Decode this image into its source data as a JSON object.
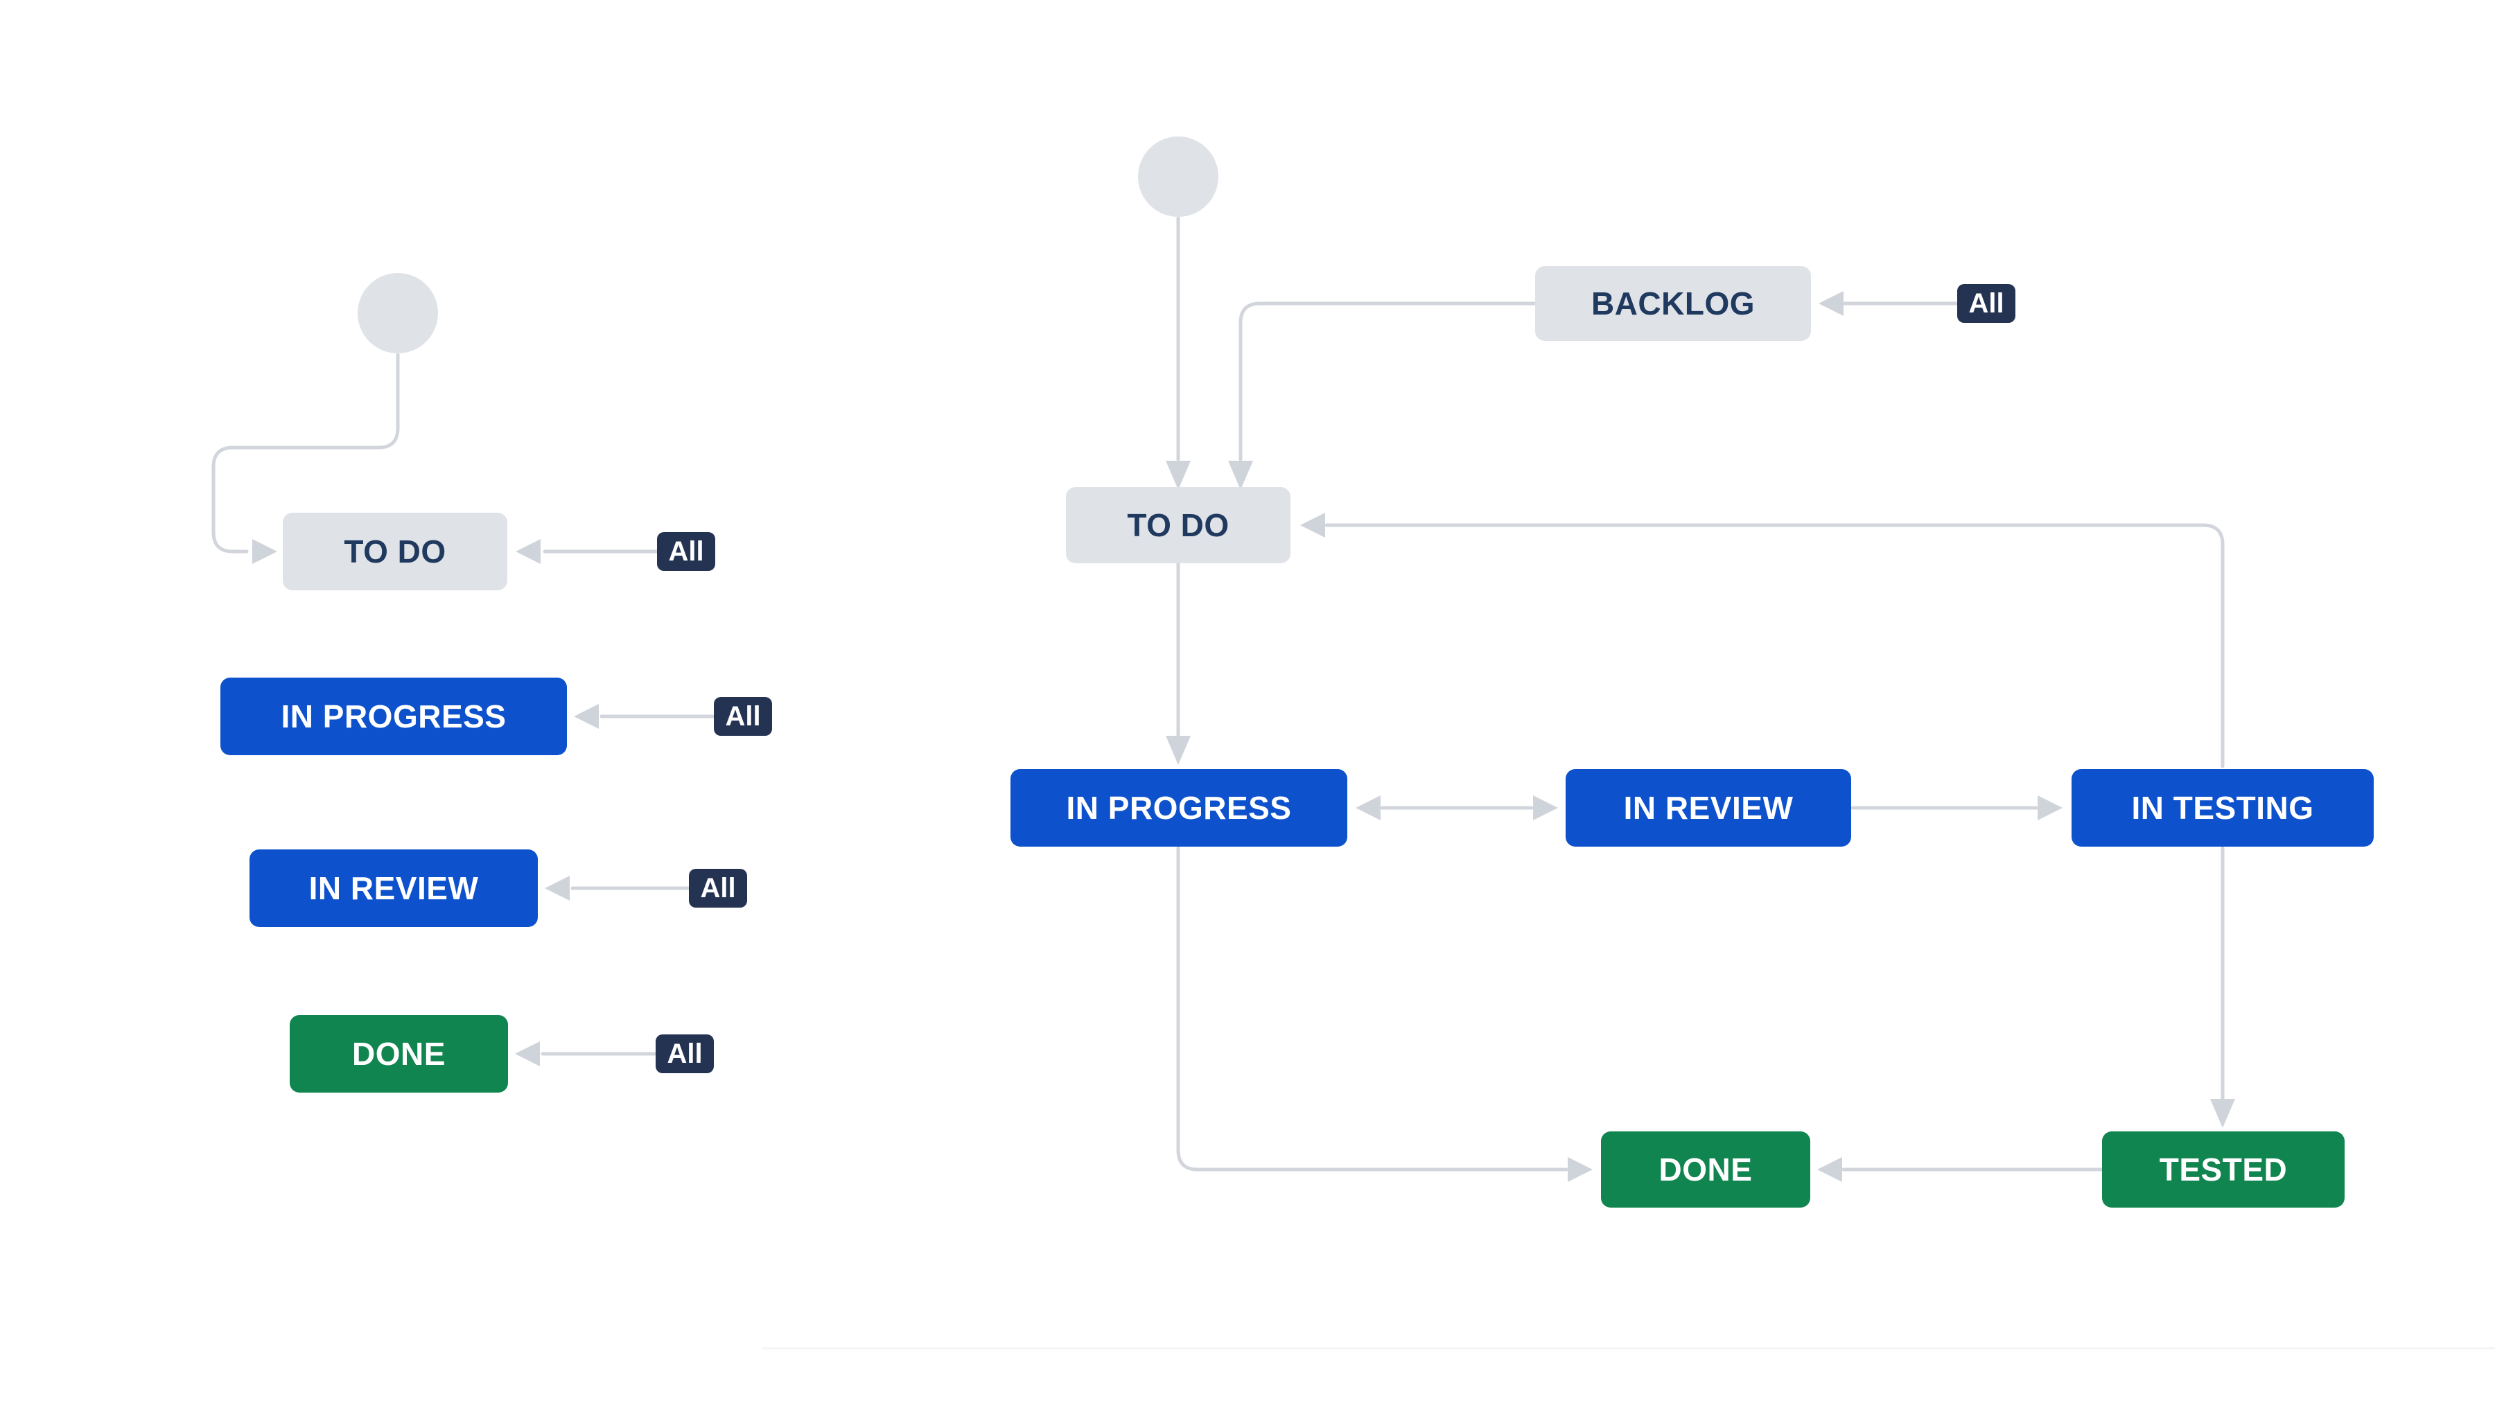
{
  "badge_label": "All",
  "colors": {
    "canvas_bg": "#ffffff",
    "gray_status_bg": "#dfe2e7",
    "gray_status_text": "#20395f",
    "blue_status_bg": "#0d52cc",
    "green_status_bg": "#10854f",
    "status_text_light": "#ffffff",
    "badge_bg": "#253352",
    "badge_text": "#ffffff",
    "connector": "#d2d6dc",
    "start_node_fill": "#dfe2e7"
  },
  "left_workflow": {
    "nodes": [
      {
        "id": "todo",
        "label": "TO DO",
        "category": "todo"
      },
      {
        "id": "in-progress",
        "label": "IN PROGRESS",
        "category": "in-progress"
      },
      {
        "id": "in-review",
        "label": "IN REVIEW",
        "category": "in-progress"
      },
      {
        "id": "done",
        "label": "DONE",
        "category": "done"
      }
    ],
    "transitions": [
      {
        "from": "start",
        "to": "todo"
      },
      {
        "from": "any",
        "to": "todo",
        "label": "All"
      },
      {
        "from": "any",
        "to": "in-progress",
        "label": "All"
      },
      {
        "from": "any",
        "to": "in-review",
        "label": "All"
      },
      {
        "from": "any",
        "to": "done",
        "label": "All"
      }
    ]
  },
  "right_workflow": {
    "nodes": [
      {
        "id": "backlog",
        "label": "BACKLOG",
        "category": "todo"
      },
      {
        "id": "todo",
        "label": "TO DO",
        "category": "todo"
      },
      {
        "id": "in-progress",
        "label": "IN PROGRESS",
        "category": "in-progress"
      },
      {
        "id": "in-review",
        "label": "IN REVIEW",
        "category": "in-progress"
      },
      {
        "id": "in-testing",
        "label": "IN TESTING",
        "category": "in-progress"
      },
      {
        "id": "done",
        "label": "DONE",
        "category": "done"
      },
      {
        "id": "tested",
        "label": "TESTED",
        "category": "done"
      }
    ],
    "transitions": [
      {
        "from": "start",
        "to": "todo"
      },
      {
        "from": "backlog",
        "to": "todo"
      },
      {
        "from": "any",
        "to": "backlog",
        "label": "All"
      },
      {
        "from": "todo",
        "to": "in-progress"
      },
      {
        "from": "in-progress",
        "to": "in-review",
        "bidirectional": true
      },
      {
        "from": "in-review",
        "to": "in-testing"
      },
      {
        "from": "in-testing",
        "to": "todo"
      },
      {
        "from": "in-testing",
        "to": "tested"
      },
      {
        "from": "tested",
        "to": "done"
      },
      {
        "from": "in-progress",
        "to": "done"
      }
    ]
  }
}
